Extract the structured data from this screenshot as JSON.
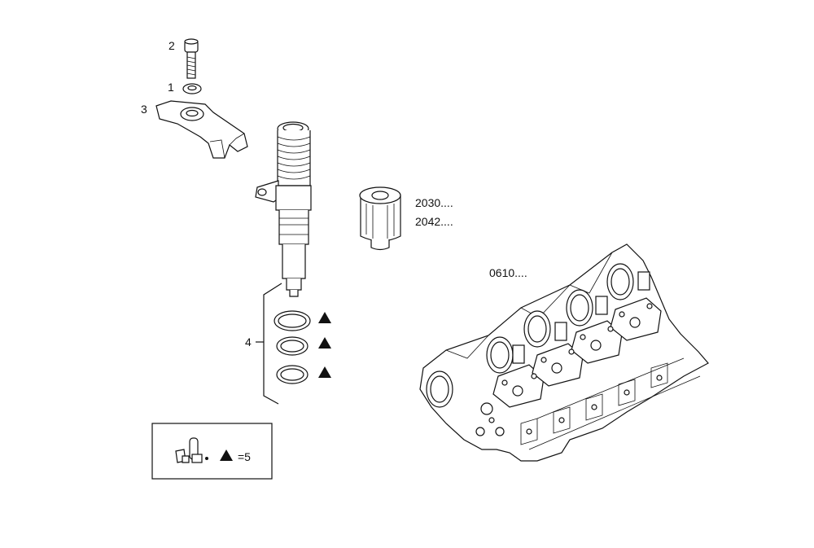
{
  "callouts": {
    "screw": "2",
    "washer": "1",
    "bracket": "3",
    "seal_kit": "4",
    "ref_filter_a": "2030....",
    "ref_filter_b": "2042....",
    "ref_head": "0610...."
  },
  "legend": {
    "quantity_text": "=5",
    "symbol": "triangle-icon"
  },
  "icons": [
    "triangle-icon",
    "kit-parts-icon"
  ],
  "colors": {
    "ink": "#111111",
    "background": "#ffffff"
  }
}
